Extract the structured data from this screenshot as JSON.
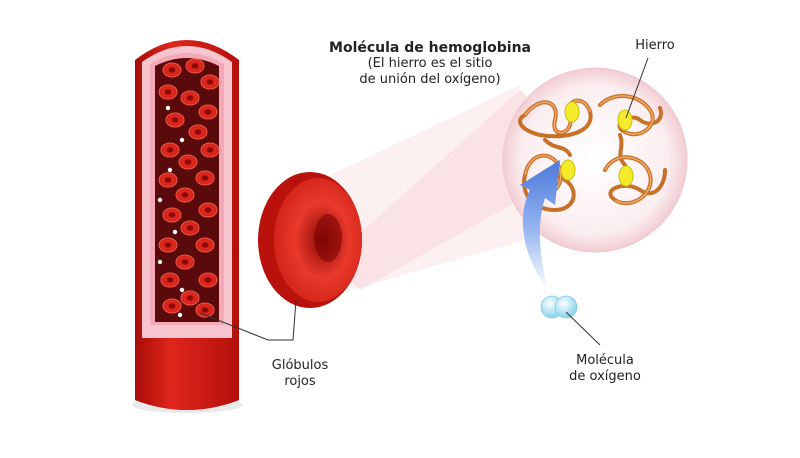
{
  "labels": {
    "hemoglobin_title": "Molécula de hemoglobina",
    "hemoglobin_line2": "(El hierro es el sitio",
    "hemoglobin_line3": "de unión del oxígeno)",
    "iron": "Hierro",
    "red_cells_line1": "Glóbulos",
    "red_cells_line2": "rojos",
    "oxygen_line1": "Molécula",
    "oxygen_line2": "de oxígeno"
  },
  "colors": {
    "vessel_outer": "#c8140e",
    "vessel_inner_wall": "#f7c5cf",
    "blood": "#5a0a0a",
    "red_cell": "#d8201a",
    "zoom_cone": "#f9d9dc",
    "globin_strand": "#e0852a",
    "iron": "#f4ec2a",
    "arrow": "#6a8fe0",
    "oxygen": "#bfe9f7"
  }
}
